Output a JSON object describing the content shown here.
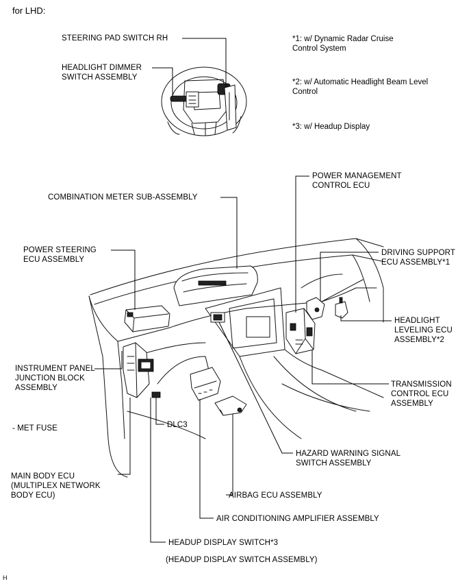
{
  "header": "for LHD:",
  "notes": [
    "*1: w/ Dynamic Radar Cruise\nControl System",
    "*2: w/ Automatic Headlight Beam Level\nControl",
    "*3: w/ Headup Display"
  ],
  "labels": {
    "steering_pad_switch_rh": "STEERING PAD SWITCH RH",
    "headlight_dimmer_switch": "HEADLIGHT DIMMER\nSWITCH ASSEMBLY",
    "power_management_ecu": "POWER MANAGEMENT\nCONTROL ECU",
    "combination_meter": "COMBINATION METER SUB-ASSEMBLY",
    "power_steering_ecu": "POWER STEERING\nECU ASSEMBLY",
    "driving_support_ecu": "DRIVING SUPPORT\nECU ASSEMBLY*1",
    "headlight_leveling_ecu": "HEADLIGHT\nLEVELING ECU\nASSEMBLY*2",
    "instrument_panel_jb": "INSTRUMENT PANEL\nJUNCTION BLOCK\nASSEMBLY",
    "transmission_ecu": "TRANSMISSION\nCONTROL ECU\nASSEMBLY",
    "met_fuse": "- MET FUSE",
    "dlc3": "DLC3",
    "hazard_switch": "HAZARD WARNING SIGNAL\nSWITCH ASSEMBLY",
    "main_body_ecu": "MAIN BODY ECU\n(MULTIPLEX NETWORK\nBODY ECU)",
    "airbag_ecu": "AIRBAG ECU ASSEMBLY",
    "ac_amplifier": "AIR CONDITIONING AMPLIFIER ASSEMBLY",
    "headup_display_switch": "HEADUP DISPLAY SWITCH*3",
    "headup_display_switch_sub": "(HEADUP DISPLAY SWITCH ASSEMBLY)"
  },
  "footer_mark": "H"
}
